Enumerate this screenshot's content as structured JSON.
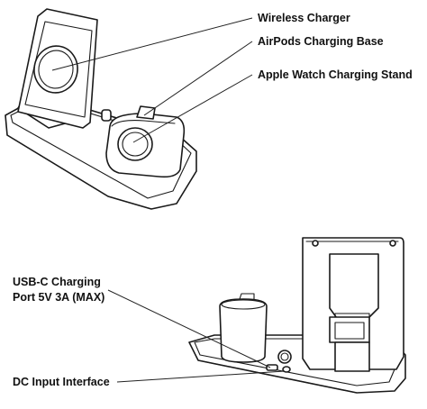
{
  "labels": {
    "wireless_charger": "Wireless Charger",
    "airpods_base": "AirPods Charging Base",
    "watch_stand": "Apple Watch Charging Stand",
    "usbc_line1": "USB-C Charging",
    "usbc_line2": "Port 5V 3A (MAX)",
    "dc_input": "DC Input Interface"
  }
}
